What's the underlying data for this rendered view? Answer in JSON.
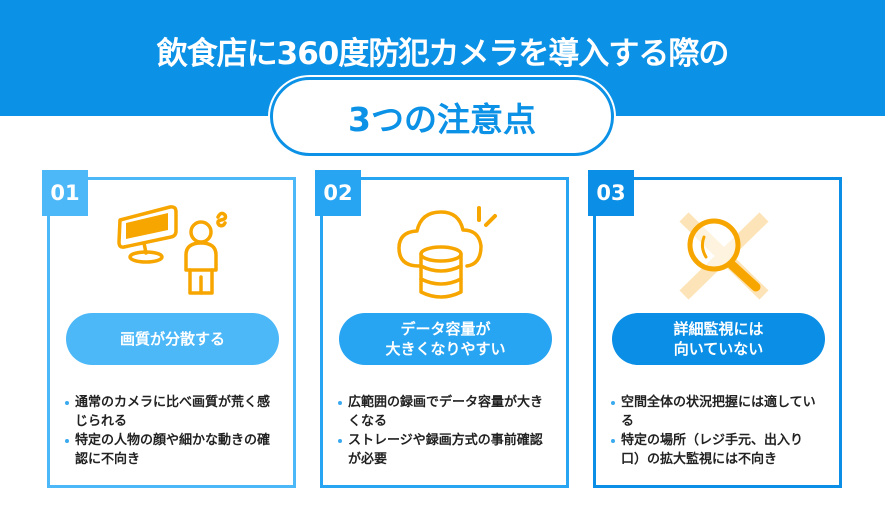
{
  "header": {
    "title": "飲食店に360度防犯カメラを導入する際の",
    "subtitle": "3つの注意点"
  },
  "colors": {
    "header_blue": "#0b91e6",
    "card1_blue": "#4db8f8",
    "card2_blue": "#27a4f2",
    "card3_blue": "#0a8ee6",
    "icon_orange": "#f7a600"
  },
  "cards": [
    {
      "number": "01",
      "icon": "monitor-person-confused-icon",
      "heading_lines": [
        "画質が分散する"
      ],
      "bullets": [
        "通常のカメラに比べ画質が荒く感じられる",
        "特定の人物の顔や細かな動きの確認に不向き"
      ]
    },
    {
      "number": "02",
      "icon": "cloud-database-icon",
      "heading_lines": [
        "データ容量が",
        "大きくなりやすい"
      ],
      "bullets": [
        "広範囲の録画でデータ容量が大きくなる",
        "ストレージや録画方式の事前確認が必要"
      ]
    },
    {
      "number": "03",
      "icon": "magnifier-cross-icon",
      "heading_lines": [
        "詳細監視には",
        "向いていない"
      ],
      "bullets": [
        "空間全体の状況把握には適している",
        "特定の場所（レジ手元、出入り口）の拡大監視には不向き"
      ]
    }
  ]
}
